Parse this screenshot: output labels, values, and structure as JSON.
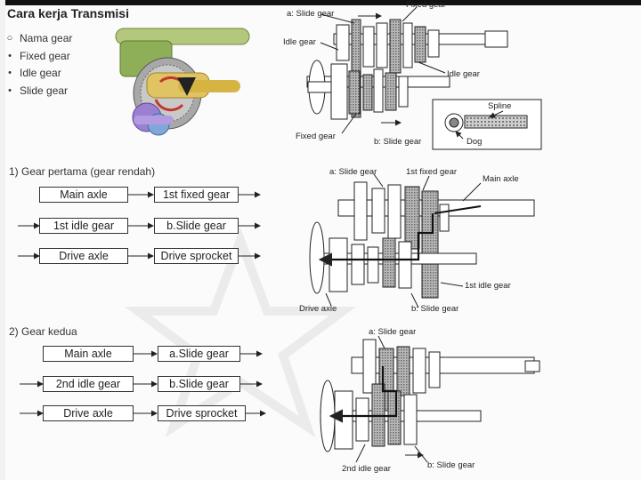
{
  "title": "Cara kerja Transmisi",
  "legend": [
    {
      "marker": "○",
      "label": "Nama gear"
    },
    {
      "marker": "•",
      "label": "Fixed gear"
    },
    {
      "marker": "•",
      "label": "Idle gear"
    },
    {
      "marker": "•",
      "label": "Slide gear"
    }
  ],
  "top_diagram": {
    "labels": {
      "a_slide": "a: Slide gear",
      "fixed_top": "Fixed gear",
      "idle_left": "Idle gear",
      "idle_right": "Idle gear",
      "fixed_bottom": "Fixed gear",
      "b_slide": "b: Slide gear",
      "spline": "Spline",
      "dog": "Dog"
    }
  },
  "gear1": {
    "heading": "1) Gear pertama  (gear rendah)",
    "flow": [
      {
        "from": "Main axle",
        "to": "1st fixed gear"
      },
      {
        "from": "1st idle gear",
        "to": "b.Slide gear"
      },
      {
        "from": "Drive axle",
        "to": "Drive sprocket"
      }
    ],
    "labels": {
      "a_slide": "a: Slide gear",
      "fixed1": "1st fixed gear",
      "main_axle": "Main axle",
      "idle1": "1st idle gear",
      "drive_axle": "Drive axle",
      "b_slide": "b: Slide gear"
    }
  },
  "gear2": {
    "heading": "2) Gear kedua",
    "flow": [
      {
        "from": "Main axle",
        "to": "a.Slide gear"
      },
      {
        "from": "2nd idle gear",
        "to": "b.Slide gear"
      },
      {
        "from": "Drive axle",
        "to": "Drive sprocket"
      }
    ],
    "labels": {
      "a_slide": "a: Slide gear",
      "idle2": "2nd idle gear",
      "b_slide": "b: Slide gear"
    }
  },
  "colors": {
    "ink": "#222222",
    "gear_fill": "#d8d8d8",
    "gear_dark": "#8c8c8c",
    "watermark": "#e3e3e3",
    "render_green": "#8fae58",
    "render_gold": "#c9a634",
    "render_purple": "#9b7fd0",
    "render_red": "#c0392b"
  }
}
